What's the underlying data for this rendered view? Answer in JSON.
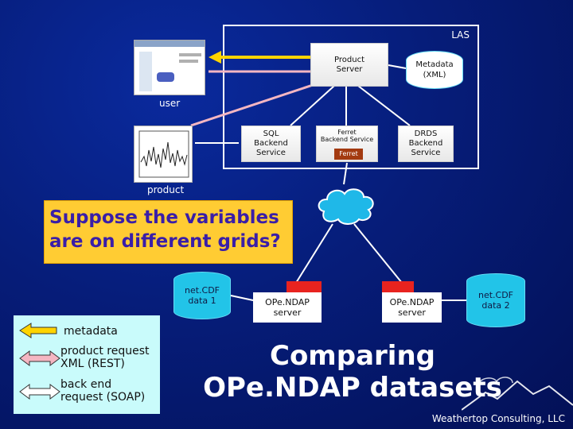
{
  "las": {
    "label": "LAS"
  },
  "nodes": {
    "product_server": "Product\nServer",
    "metadata": "Metadata\n(XML)",
    "sql_backend": "SQL\nBackend\nService",
    "ferret_backend": "Ferret\nBackend Service",
    "ferret_inner": "Ferret",
    "drds_backend": "DRDS\nBackend\nService"
  },
  "labels": {
    "user": "user",
    "product": "product"
  },
  "callout": {
    "text": "Suppose the variables are on different grids?"
  },
  "data_sources": {
    "netcdf1": "net.CDF\ndata 1",
    "opendap1": "OPe.NDAP\nserver",
    "opendap2": "OPe.NDAP\nserver",
    "netcdf2": "net.CDF\ndata 2"
  },
  "legend": {
    "metadata": "metadata",
    "product_request": "product request\nXML (REST)",
    "backend_request": "back end\nrequest (SOAP)"
  },
  "title": "Comparing OPe.NDAP datasets",
  "credit": "Weathertop Consulting, LLC",
  "colors": {
    "background": "#061d7a",
    "cyan": "#22c4e8",
    "callout": "#ffcc33",
    "legend_bg": "#c9fbfb",
    "ferret": "#a33a10",
    "opendap_cap": "#e8231f"
  }
}
